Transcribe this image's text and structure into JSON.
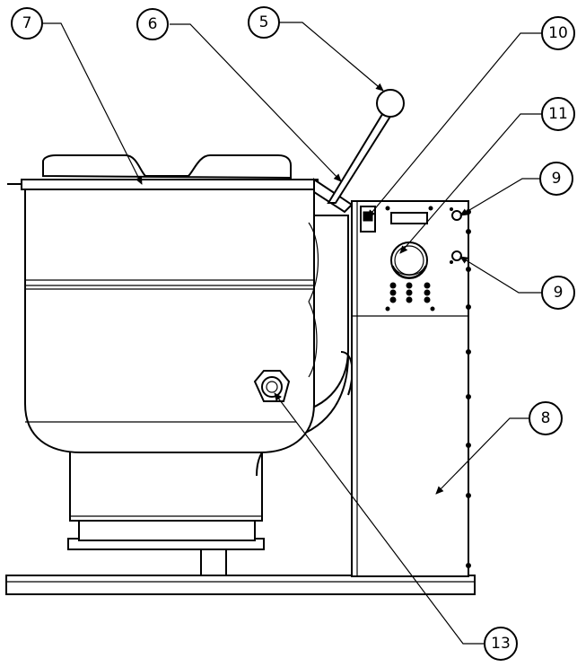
{
  "callouts": [
    {
      "id": "c7",
      "label": "7"
    },
    {
      "id": "c6",
      "label": "6"
    },
    {
      "id": "c5",
      "label": "5"
    },
    {
      "id": "c10",
      "label": "10"
    },
    {
      "id": "c11",
      "label": "11"
    },
    {
      "id": "c9a",
      "label": "9"
    },
    {
      "id": "c9b",
      "label": "9"
    },
    {
      "id": "c8",
      "label": "8"
    },
    {
      "id": "c13",
      "label": "13"
    }
  ]
}
